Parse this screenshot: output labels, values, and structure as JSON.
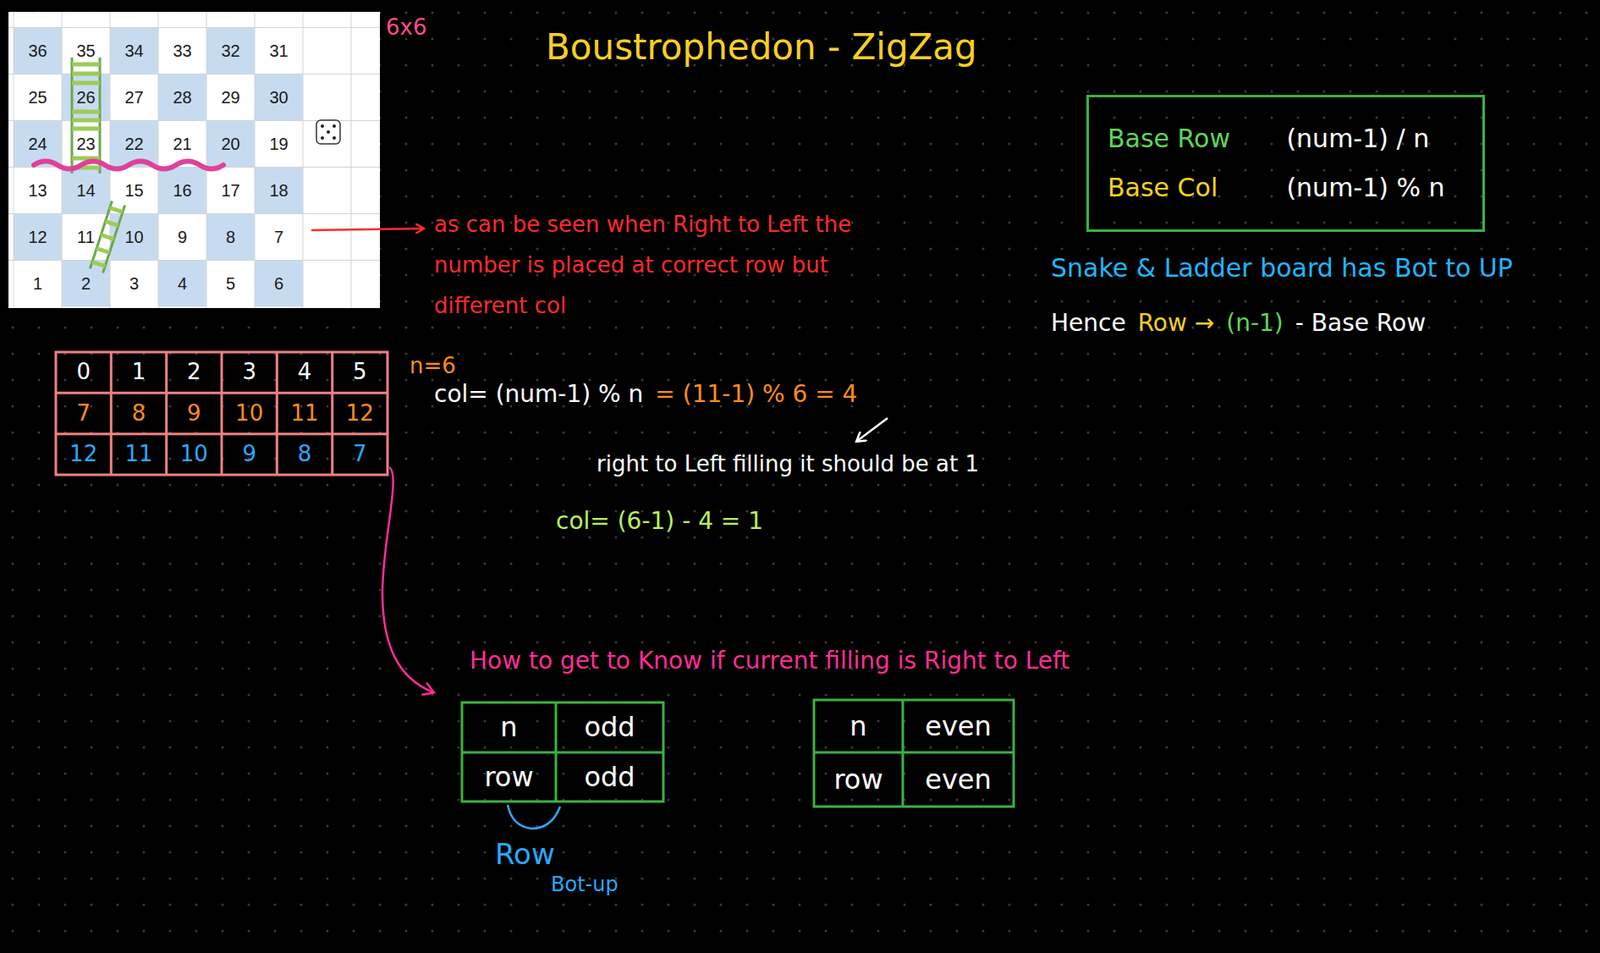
{
  "diagram": {
    "title": "Boustrophedon - ZigZag",
    "nodes": [
      {
        "text": [
          "Base Row",
          "(num-1) / n",
          "Base Col",
          "(num-1) % n"
        ]
      }
    ],
    "edges": [],
    "labels": [
      "36",
      "35",
      "34",
      "33",
      "32",
      "31",
      "25",
      "26",
      "27",
      "28",
      "29",
      "30",
      "24",
      "23",
      "22",
      "21",
      "20",
      "19",
      "13",
      "14",
      "15",
      "16",
      "17",
      "18",
      "12",
      "11",
      "10",
      "9",
      "8",
      "7",
      "1",
      "2",
      "3",
      "4",
      "5",
      "6",
      "6x6",
      "as can be seen when Right to Left the number is placed at correct row but different col",
      "0",
      "1",
      "2",
      "3",
      "4",
      "5",
      "7",
      "8",
      "9",
      "10",
      "11",
      "12",
      "12",
      "11",
      "10",
      "9",
      "8",
      "7",
      "n=6",
      "col= (num-1) % n",
      "= (11-1) % 6 = 4",
      "right to Left filling it should be at 1",
      "col= (6-1) - 4 = 1",
      "How to get to Know if current filling is Right to Left",
      "n",
      "odd",
      "row",
      "odd",
      "n",
      "even",
      "row",
      "even",
      "Row",
      "Bot-up",
      "Snake & Ladder board has Bot to UP",
      "Hence",
      "Row →",
      "(n-1)",
      "- Base Row"
    ]
  }
}
